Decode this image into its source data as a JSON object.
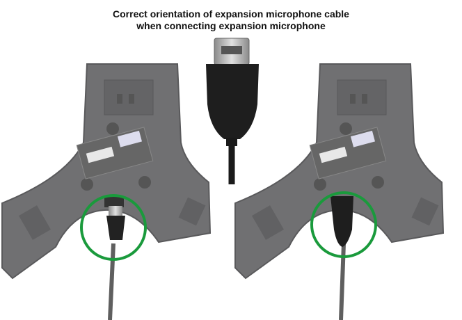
{
  "title": {
    "line1": "Correct orientation of expansion microphone cable",
    "line2": "when connecting expansion microphone"
  },
  "colors": {
    "device": "#6e6e70",
    "device_edge": "#5a5a5c",
    "highlight_circle": "#1a9a3c",
    "cable": "#222222",
    "plug_metal": "#b8b8b8"
  },
  "figures": [
    {
      "id": "left-device",
      "icon": "expansion-microphone-underside",
      "connector_state": "micro-usb-plug-before-insertion"
    },
    {
      "id": "center-connector",
      "icon": "micro-usb-plug"
    },
    {
      "id": "right-device",
      "icon": "expansion-microphone-underside",
      "connector_state": "micro-usb-plug-inserted"
    }
  ]
}
